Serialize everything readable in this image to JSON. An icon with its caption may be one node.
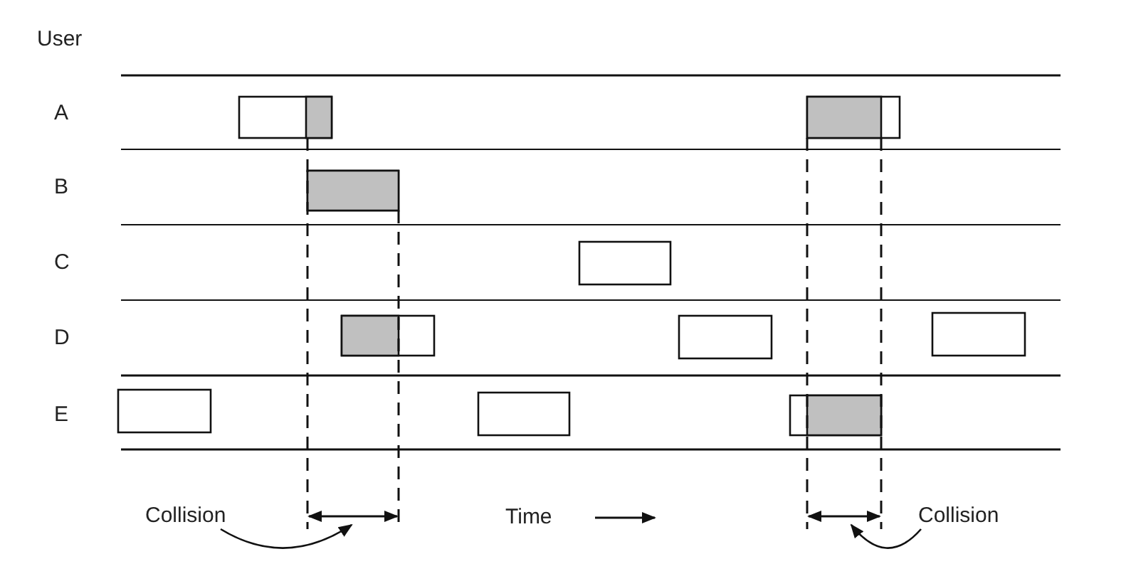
{
  "diagram": {
    "nodes": [
      {
        "text": [
          "Collision"
        ]
      },
      {
        "text": [
          "Collision"
        ]
      }
    ],
    "edges": [
      {
        "from": 0,
        "to": null,
        "arrow": "to"
      },
      {
        "from": 1,
        "to": null,
        "arrow": "to"
      }
    ],
    "labels": [
      "User",
      "A",
      "B",
      "C",
      "D",
      "E",
      "Time"
    ]
  }
}
